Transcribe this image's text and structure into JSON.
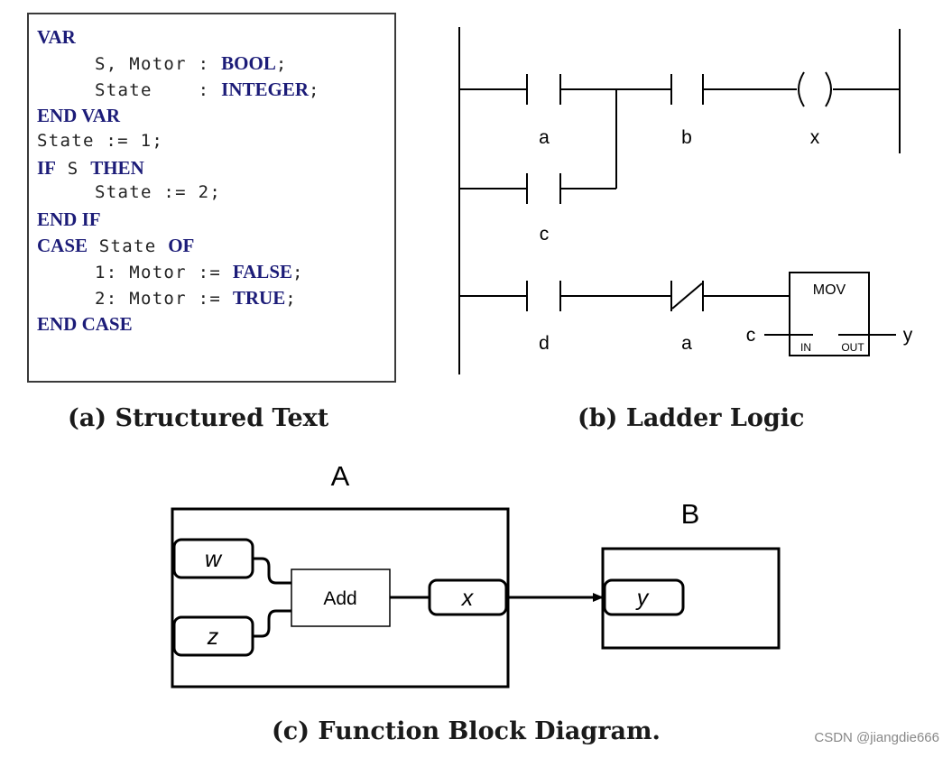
{
  "structured_text": {
    "lines": [
      {
        "indent": 0,
        "tokens": [
          {
            "k": 1,
            "t": "VAR"
          }
        ]
      },
      {
        "indent": 1,
        "tokens": [
          {
            "k": 0,
            "t": "S, Motor : "
          },
          {
            "k": 1,
            "t": "BOOL"
          },
          {
            "k": 0,
            "t": ";"
          }
        ]
      },
      {
        "indent": 1,
        "tokens": [
          {
            "k": 0,
            "t": "State    : "
          },
          {
            "k": 1,
            "t": "INTEGER"
          },
          {
            "k": 0,
            "t": ";"
          }
        ]
      },
      {
        "indent": 0,
        "tokens": [
          {
            "k": 1,
            "t": "END VAR"
          }
        ]
      },
      {
        "indent": 0,
        "tokens": [
          {
            "k": 0,
            "t": "State := 1;"
          }
        ]
      },
      {
        "indent": 0,
        "tokens": [
          {
            "k": 1,
            "t": "IF"
          },
          {
            "k": 0,
            "t": " S "
          },
          {
            "k": 1,
            "t": "THEN"
          }
        ]
      },
      {
        "indent": 1,
        "tokens": [
          {
            "k": 0,
            "t": "State := 2;"
          }
        ]
      },
      {
        "indent": 0,
        "tokens": [
          {
            "k": 1,
            "t": "END IF"
          }
        ]
      },
      {
        "indent": 0,
        "tokens": [
          {
            "k": 1,
            "t": "CASE"
          },
          {
            "k": 0,
            "t": " State "
          },
          {
            "k": 1,
            "t": "OF"
          }
        ]
      },
      {
        "indent": 1,
        "tokens": [
          {
            "k": 0,
            "t": "1: Motor := "
          },
          {
            "k": 1,
            "t": "FALSE"
          },
          {
            "k": 0,
            "t": ";"
          }
        ]
      },
      {
        "indent": 1,
        "tokens": [
          {
            "k": 0,
            "t": "2: Motor := "
          },
          {
            "k": 1,
            "t": "TRUE"
          },
          {
            "k": 0,
            "t": ";"
          }
        ]
      },
      {
        "indent": 0,
        "tokens": [
          {
            "k": 1,
            "t": "END CASE"
          }
        ]
      }
    ]
  },
  "captions": {
    "a": "(a) Structured Text",
    "b": "(b) Ladder Logic",
    "c": "(c) Function Block Diagram."
  },
  "ladder": {
    "contact_a": "a",
    "contact_b": "b",
    "coil_x": "x",
    "contact_c": "c",
    "contact_d": "d",
    "contact_not_a": "a",
    "mov_title": "MOV",
    "mov_in_label": "IN",
    "mov_out_label": "OUT",
    "mov_input": "c",
    "mov_output": "y"
  },
  "fbd": {
    "block_a_label": "A",
    "block_b_label": "B",
    "input_w": "w",
    "input_z": "z",
    "add_label": "Add",
    "output_x": "x",
    "input_y": "y"
  },
  "watermark": "CSDN @jiangdie666",
  "colors": {
    "keyword": "#1c1c78",
    "text": "#222222",
    "line": "#000000"
  }
}
